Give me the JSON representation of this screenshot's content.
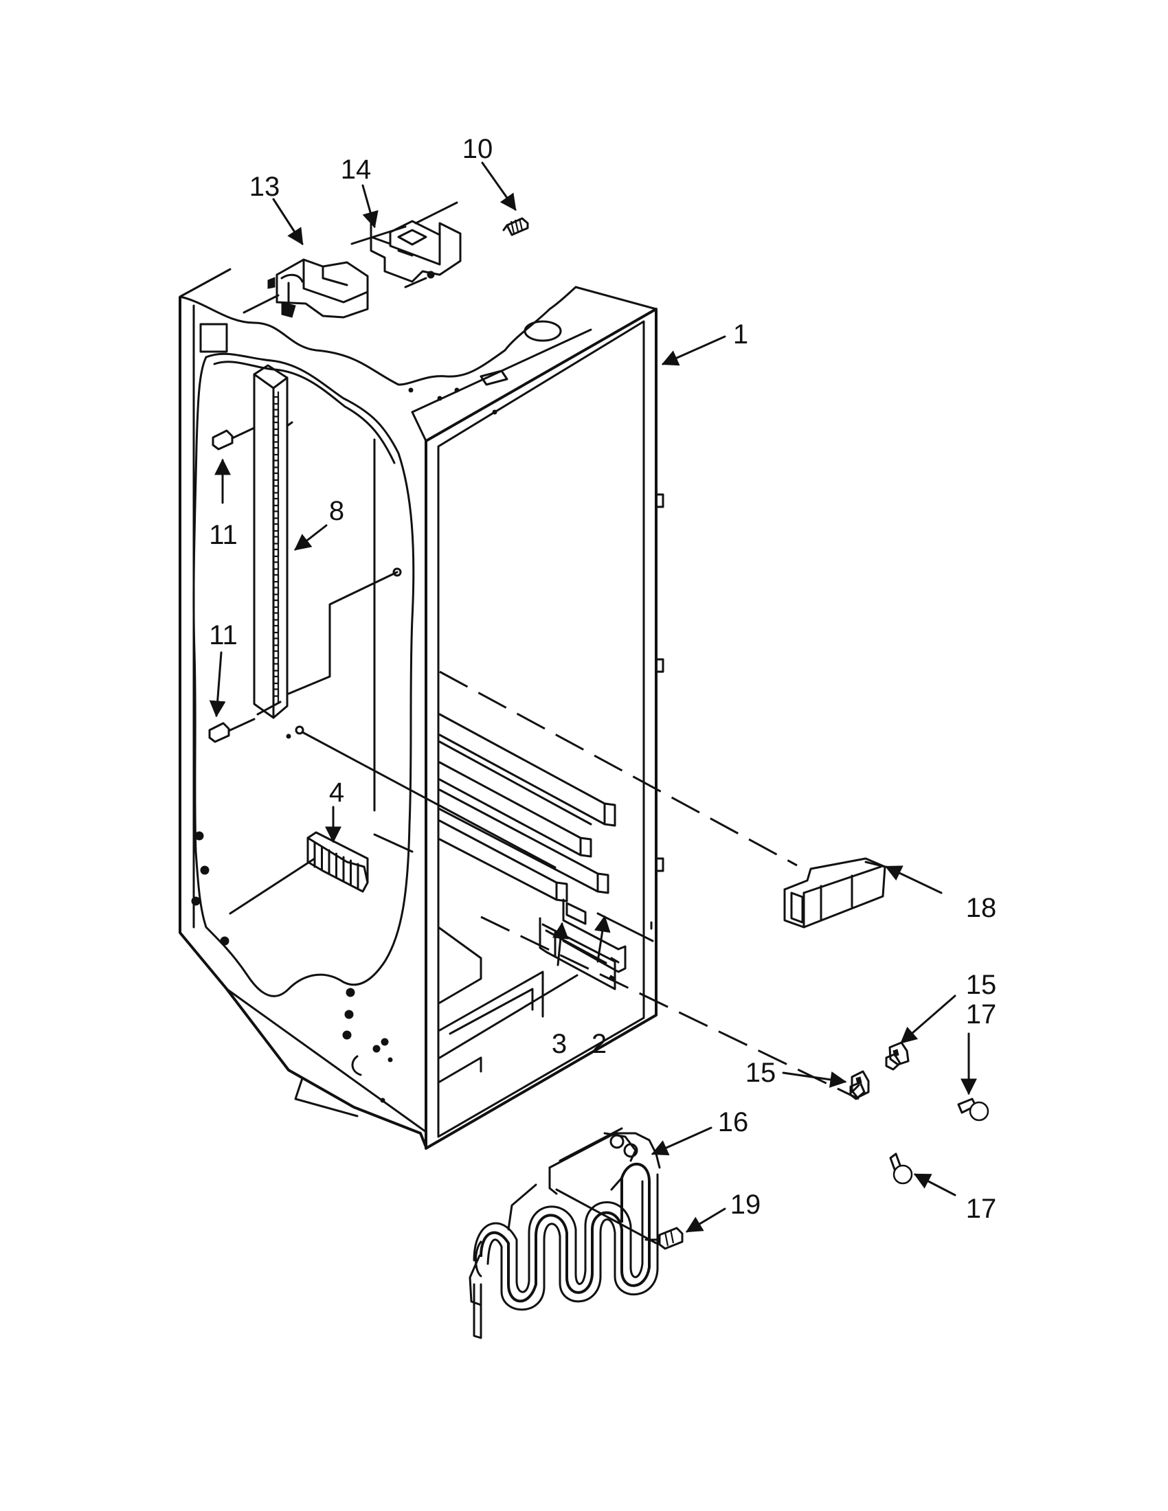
{
  "callouts": {
    "c1": "1",
    "c2": "2",
    "c3": "3",
    "c4": "4",
    "c8": "8",
    "c10": "10",
    "c11a": "11",
    "c11b": "11",
    "c13": "13",
    "c14": "14",
    "c15a": "15",
    "c17a": "17",
    "c15b": "15",
    "c16": "16",
    "c17b": "17",
    "c18": "18",
    "c19": "19"
  },
  "colors": {
    "line": "#111111",
    "background": "#ffffff"
  }
}
